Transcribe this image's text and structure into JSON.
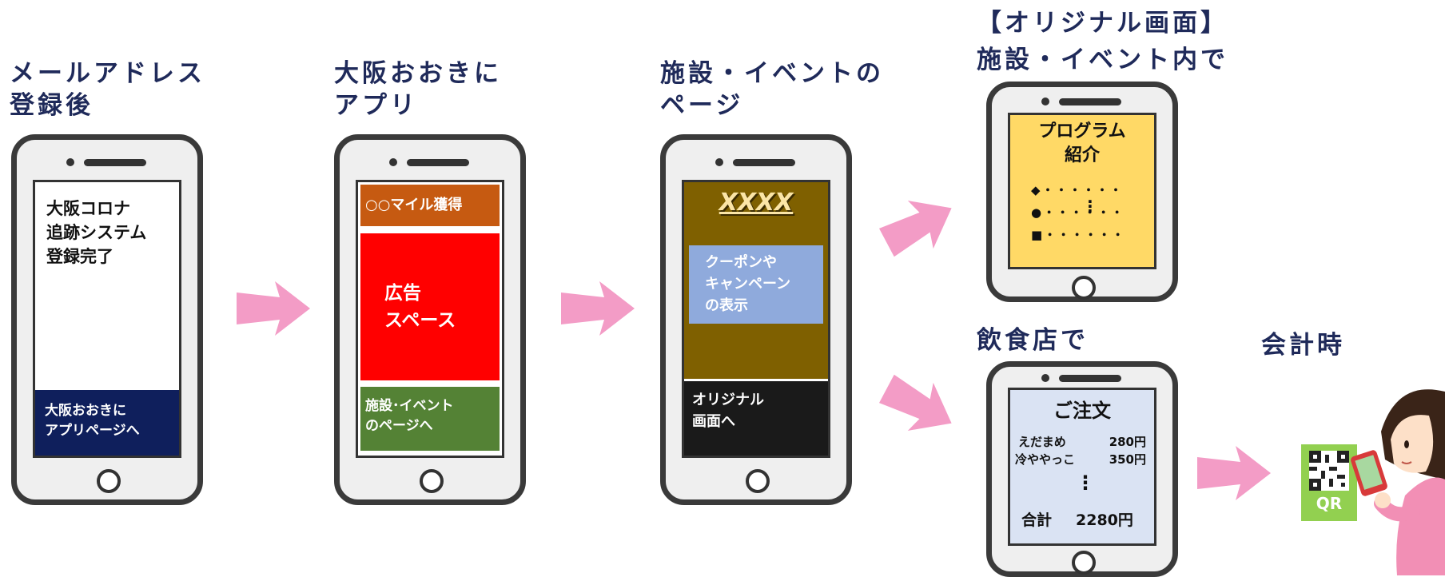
{
  "steps": [
    {
      "heading": "メールアドレス\n登録後",
      "screen_text": "大阪コロナ\n追跡システム\n登録完了",
      "bottom_button": "大阪おおきに\nアプリページへ"
    },
    {
      "heading": "大阪おおきに\nアプリ",
      "miles_bar": "○○マイル獲得",
      "ad_space": "広告\nスペース",
      "facility_button": "施設･イベント\nのページへ"
    },
    {
      "heading": "施設・イベントの\nページ",
      "title": "XXXX",
      "coupon_box": "クーポンや\nキャンペーン\nの表示",
      "original_button": "オリジナル\n画面へ"
    }
  ],
  "branch_original": {
    "heading": "【オリジナル画面】\n施設・イベント内で",
    "program_title": "プログラム\n紹介",
    "items": [
      "◆・・・・・・",
      "●・・・・・・",
      "■・・・・・・"
    ],
    "vertical_dots": "⋮"
  },
  "branch_restaurant": {
    "heading": "飲食店で",
    "order_title": "ご注文",
    "lines": [
      {
        "name": "えだまめ",
        "price": "280円"
      },
      {
        "name": "冷ややっこ",
        "price": "350円"
      }
    ],
    "vertical_dots": "⋮",
    "total_label": "合計",
    "total_value": "2280円"
  },
  "checkout": {
    "heading": "会計時",
    "qr_label": "QR"
  },
  "colors": {
    "heading": "#1f2a5a",
    "arrow": "#f39cc6",
    "navy_button": "#0f1f5c",
    "miles_orange": "#c65a11",
    "ad_red": "#ff0000",
    "green": "#548235",
    "brown": "#7f6000",
    "coupon_blue": "#8faadc",
    "black_button": "#1a1a1a",
    "program_yellow": "#ffd966",
    "order_blue": "#dae3f3",
    "qr_green": "#92d050"
  },
  "icons": [
    "right-arrow-icon",
    "qr-code-icon",
    "woman-with-phone-icon",
    "home-button-icon"
  ]
}
